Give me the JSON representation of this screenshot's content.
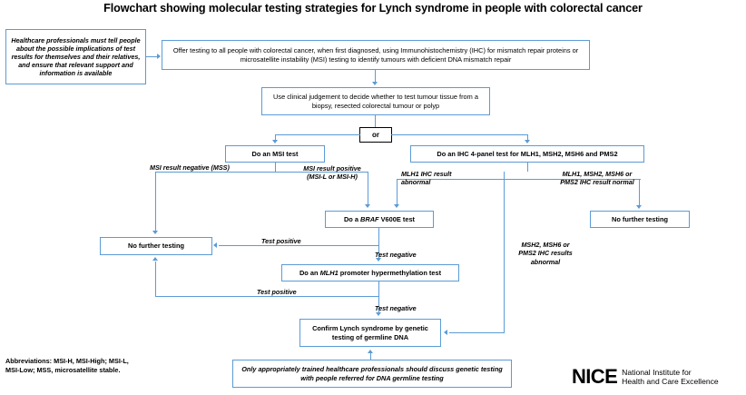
{
  "title": "Flowchart showing molecular testing strategies for Lynch syndrome in people with colorectal cancer",
  "colors": {
    "connector": "#5B9BD5",
    "box_border": "#5B9BD5",
    "box_fill": "#FFFFFF",
    "text": "#000000",
    "or_box_border": "#000000"
  },
  "nodes": {
    "advice_note": "Healthcare professionals must tell people about the possible implications of test results for themselves and their relatives, and ensure that relevant support and information is available",
    "offer_testing": "Offer testing to all people with colorectal cancer, when first diagnosed, using Immunohistochemistry (IHC) for mismatch repair proteins or microsatellite instability (MSI) testing to identify tumours with deficient DNA mismatch repair",
    "clinical_judgement": "Use clinical judgement to decide whether to test tumour tissue from a biopsy, resected colorectal tumour or polyp",
    "or": "or",
    "msi_test": "Do an MSI test",
    "ihc_panel_test": "Do an IHC 4-panel test for MLH1, MSH2, MSH6 and PMS2",
    "braf_test": "Do a BRAF V600E test",
    "braf_test_italic_part": "BRAF",
    "mlh1_hypermethylation_test": "Do an MLH1 promoter hypermethylation test",
    "mlh1_italic_part": "MLH1",
    "no_further_testing_left": "No further testing",
    "no_further_testing_right": "No further testing",
    "confirm_lynch": "Confirm Lynch syndrome by genetic testing of germline DNA",
    "trained_professionals_note": "Only appropriately trained healthcare professionals should discuss genetic testing with people referred for DNA germline testing"
  },
  "edge_labels": {
    "msi_negative": "MSI result negative (MSS)",
    "msi_positive": "MSI result positive\n(MSI-L or MSI-H)",
    "mlh1_abnormal": "MLH1 IHC result\nabnormal",
    "ihc_normal": "MLH1, MSH2, MSH6 or\nPMS2 IHC result normal",
    "msh2_abnormal": "MSH2, MSH6 or\nPMS2 IHC results\nabnormal",
    "braf_test_positive": "Test positive",
    "braf_test_negative": "Test negative",
    "mlh1_test_positive": "Test positive",
    "mlh1_test_negative": "Test negative"
  },
  "abbreviations": "Abbreviations: MSI-H, MSI-High; MSI-L, MSI-Low; MSS, microsatellite stable.",
  "logo": {
    "mark": "NICE",
    "line1": "National Institute for",
    "line2": "Health and Care Excellence"
  }
}
